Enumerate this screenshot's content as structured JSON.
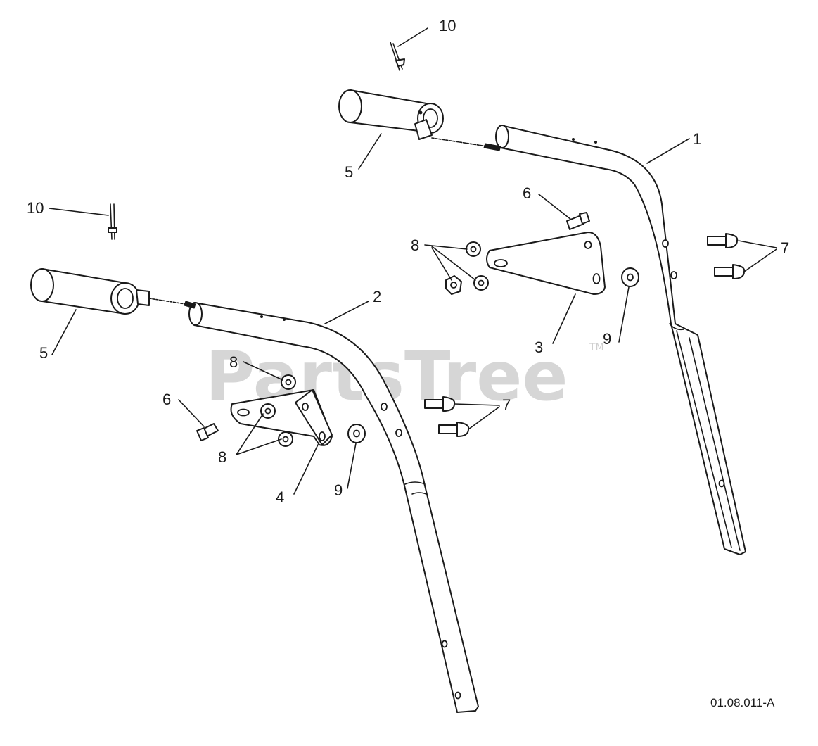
{
  "watermark": {
    "text": "PartsTree",
    "tm": "TM"
  },
  "drawing_code": "01.08.011-A",
  "callouts": {
    "c1": "1",
    "c2": "2",
    "c3": "3",
    "c4": "4",
    "c5_top": "5",
    "c5_left": "5",
    "c6_top": "6",
    "c6_left": "6",
    "c7_top": "7",
    "c7_mid": "7",
    "c8_top": "8",
    "c8_mid": "8",
    "c8_low": "8",
    "c9_right": "9",
    "c9_left": "9",
    "c10_top": "10",
    "c10_left": "10"
  }
}
